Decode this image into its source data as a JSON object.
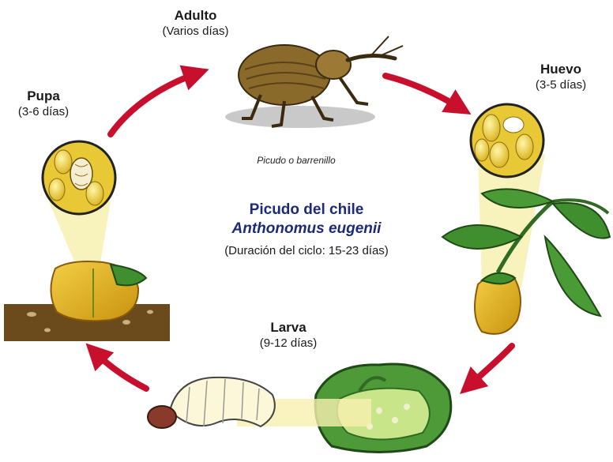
{
  "stages": {
    "adult": {
      "name": "Adulto",
      "duration": "(Varios días)"
    },
    "egg": {
      "name": "Huevo",
      "duration": "(3-5 días)"
    },
    "larva": {
      "name": "Larva",
      "duration": "(9-12 días)"
    },
    "pupa": {
      "name": "Pupa",
      "duration": "(3-6 días)"
    }
  },
  "adult_caption": "Picudo o barrenillo",
  "center": {
    "title": "Picudo del chile",
    "scientific_name": "Anthonomus eugenii",
    "cycle_duration": "(Duración del ciclo: 15-23 días)"
  },
  "colors": {
    "arrow": "#c8102e",
    "title": "#1d2a78",
    "leaf": "#3f8f2f",
    "pepper": "#e7b51c",
    "weevil": "#8a6a2a"
  },
  "icons": [
    "weevil-icon",
    "egg-cluster-icon",
    "pepper-plant-icon",
    "larva-icon",
    "cut-pepper-icon",
    "pupa-cluster-icon",
    "pepper-on-soil-icon"
  ]
}
